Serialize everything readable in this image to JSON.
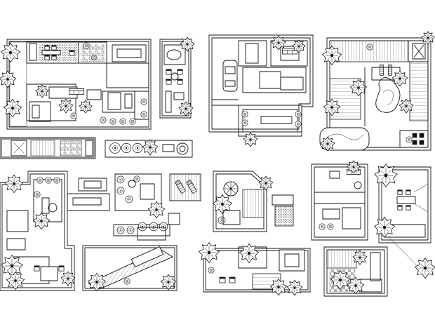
{
  "image": {
    "kind": "black-and-white CAD drawing collection of landscape and terrace floor plans",
    "colors": {
      "background": "#ffffff",
      "ink": "#111111",
      "hatch": "#222222",
      "tone": "#d4d4d4"
    }
  },
  "plans": [
    {
      "name": "plan-long-rooftop-garden",
      "features": [
        "gravel-pattern",
        "trees",
        "table-with-chairs",
        "sofas",
        "planter-boxes"
      ]
    },
    {
      "name": "plan-small-deck",
      "features": [
        "chairs",
        "round-table",
        "trees"
      ]
    },
    {
      "name": "plan-parking-courtyard",
      "features": [
        "car",
        "sofas",
        "shrubs",
        "walls"
      ]
    },
    {
      "name": "plan-pool-terrace",
      "features": [
        "pool",
        "deck-boards",
        "sun-loungers",
        "trees"
      ]
    },
    {
      "name": "plan-strip-planters",
      "features": [
        "planter-strips"
      ]
    },
    {
      "name": "plan-circle-elements",
      "features": [
        "round-shrubs",
        "circle-fountain"
      ]
    },
    {
      "name": "plan-l-garden-left",
      "features": [
        "trees",
        "table",
        "walls"
      ]
    },
    {
      "name": "plan-center-garden",
      "features": [
        "shrubs",
        "sofas",
        "planters"
      ]
    },
    {
      "name": "plan-deck-loungers",
      "features": [
        "loungers",
        "deck"
      ]
    },
    {
      "name": "plan-diagonal-deck",
      "features": [
        "diagonal-boards",
        "sofa",
        "tree"
      ]
    },
    {
      "name": "plan-umbrella-terrace",
      "features": [
        "umbrella",
        "deck",
        "trees",
        "stair"
      ]
    },
    {
      "name": "plan-courtyard-bottom",
      "features": [
        "trees",
        "loungers",
        "walls"
      ]
    },
    {
      "name": "plan-room-grid",
      "features": [
        "sofa",
        "bed",
        "trees"
      ]
    },
    {
      "name": "plan-dining-terrace",
      "features": [
        "dining-table",
        "chairs",
        "trees"
      ]
    },
    {
      "name": "plan-bottom-right-terrace",
      "features": [
        "deck",
        "tree",
        "planters"
      ]
    }
  ]
}
